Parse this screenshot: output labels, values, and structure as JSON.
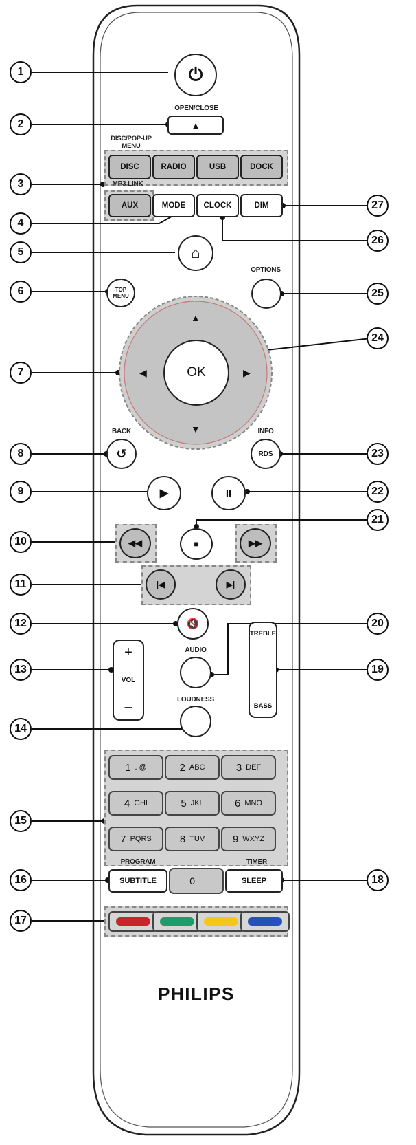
{
  "brand": "PHILIPS",
  "labels": {
    "open_close": "OPEN/CLOSE",
    "disc_popup_menu": "DISC/POP-UP MENU",
    "mp3_link": "MP3 LINK",
    "options": "OPTIONS",
    "back": "BACK",
    "info": "INFO",
    "audio": "AUDIO",
    "loudness": "LOUDNESS",
    "program": "PROGRAM",
    "timer": "TIMER"
  },
  "buttons": {
    "power": "⏻",
    "eject": "▲",
    "source_row_1": [
      "DISC",
      "RADIO",
      "USB",
      "DOCK"
    ],
    "source_row_2": [
      "AUX",
      "MODE",
      "CLOCK",
      "DIM"
    ],
    "home": "⌂",
    "top_menu_1": "TOP",
    "top_menu_2": "MENU",
    "ok": "OK",
    "up": "▲",
    "down": "▼",
    "left": "◀",
    "right": "▶",
    "back": "↺",
    "rds": "RDS",
    "play": "▶",
    "pause": "II",
    "stop": "■",
    "rewind": "◀◀",
    "fast_forward": "▶▶",
    "previous": "|◀",
    "next": "▶|",
    "mute": "🔇",
    "vol_plus": "+",
    "vol": "VOL",
    "vol_minus": "–",
    "treble": "TREBLE",
    "bass": "BASS",
    "subtitle": "SUBTITLE",
    "zero": "0 _",
    "sleep": "SLEEP"
  },
  "keypad": [
    {
      "num": "1",
      "letters": ". @"
    },
    {
      "num": "2",
      "letters": "ABC"
    },
    {
      "num": "3",
      "letters": "DEF"
    },
    {
      "num": "4",
      "letters": "GHI"
    },
    {
      "num": "5",
      "letters": "JKL"
    },
    {
      "num": "6",
      "letters": "MNO"
    },
    {
      "num": "7",
      "letters": "PQRS"
    },
    {
      "num": "8",
      "letters": "TUV"
    },
    {
      "num": "9",
      "letters": "WXYZ"
    }
  ],
  "color_keys": [
    {
      "name": "red",
      "color": "#c8262b"
    },
    {
      "name": "green",
      "color": "#1a9f6a"
    },
    {
      "name": "yellow",
      "color": "#f2c81b"
    },
    {
      "name": "blue",
      "color": "#2750b8"
    }
  ],
  "callouts": [
    "1",
    "2",
    "3",
    "4",
    "5",
    "6",
    "7",
    "8",
    "9",
    "10",
    "11",
    "12",
    "13",
    "14",
    "15",
    "16",
    "17",
    "18",
    "19",
    "20",
    "21",
    "22",
    "23",
    "24",
    "25",
    "26",
    "27"
  ]
}
